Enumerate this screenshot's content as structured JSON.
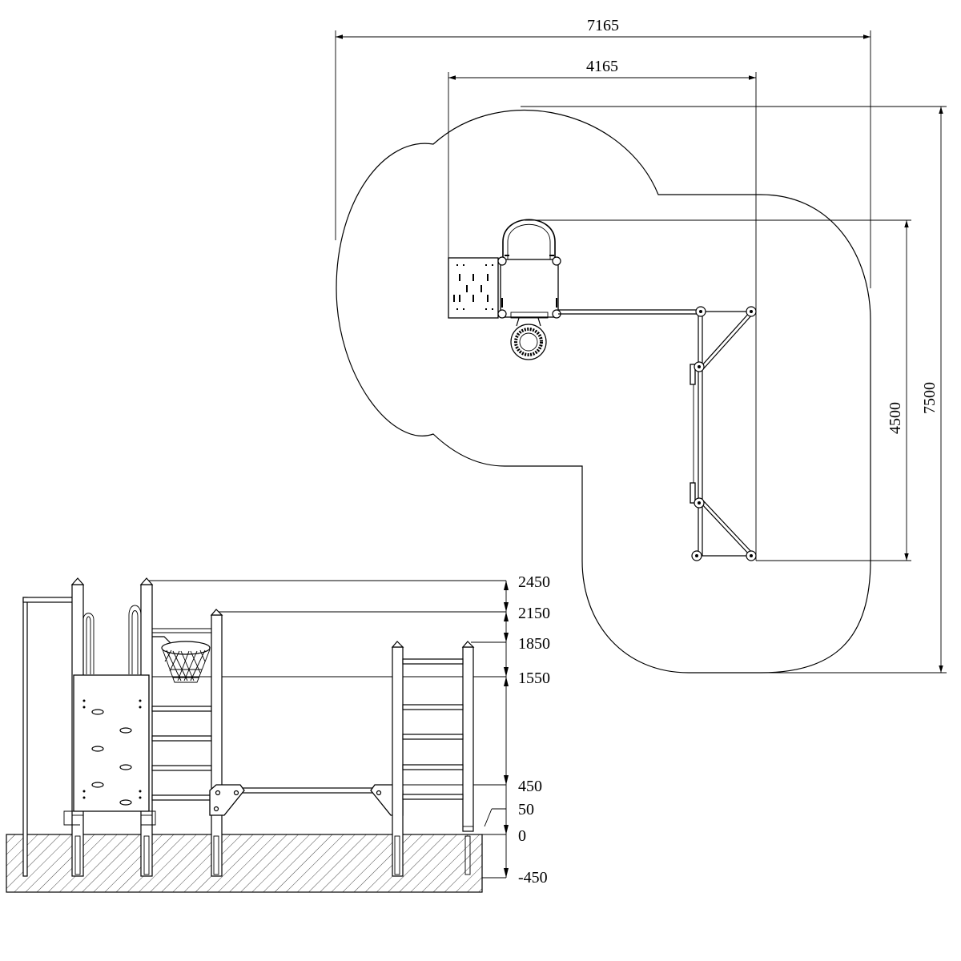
{
  "plan_view": {
    "dimensions": {
      "overall_width": "7165",
      "structure_width": "4165",
      "overall_depth": "7500",
      "structure_depth": "4500"
    }
  },
  "elevation_view": {
    "height_marks": [
      "2450",
      "2150",
      "1850",
      "1550",
      "450",
      "50",
      "0",
      "-450"
    ]
  }
}
